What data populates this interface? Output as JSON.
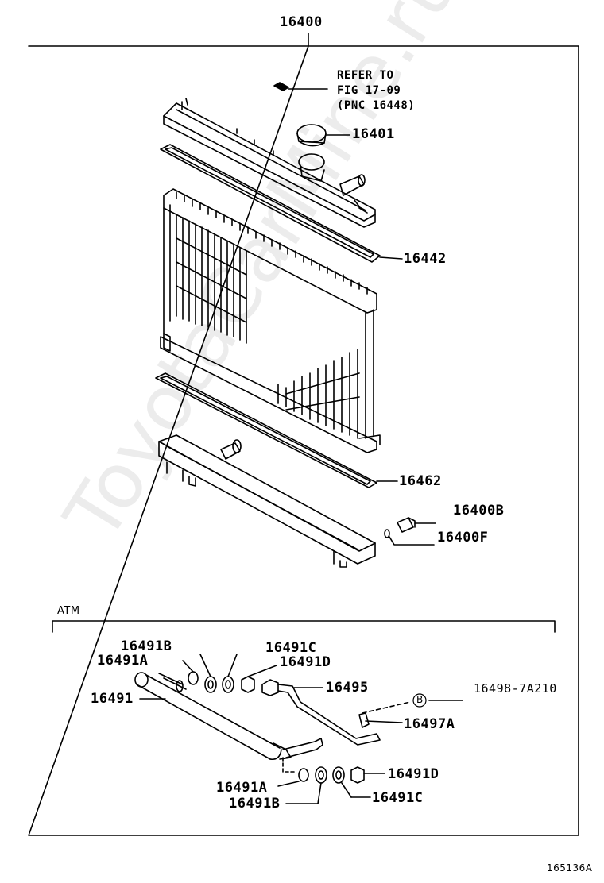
{
  "assembly_label": "16400",
  "refer_note": {
    "line1": "REFER TO",
    "line2": "FIG 17-09",
    "line3": "(PNC 16448)"
  },
  "parts": {
    "cap": "16401",
    "upper_gasket": "16442",
    "lower_gasket": "16462",
    "drain_cock": "16400B",
    "drain_ring": "16400F"
  },
  "atm": {
    "section_label": "ATM",
    "cooler": "16491",
    "top_washer_b": "16491B",
    "top_oring_a": "16491A",
    "top_washer_c": "16491C",
    "top_nut_d": "16491D",
    "hose": "16495",
    "clip_ref": "16498-7A210",
    "clip_callout": "B",
    "clip": "16497A",
    "bottom_nut_d": "16491D",
    "bottom_oring_a": "16491A",
    "bottom_washer_c": "16491C",
    "bottom_washer_b": "16491B"
  },
  "doc_number": "165136A",
  "watermark": "ToyotaCarMine.ru"
}
